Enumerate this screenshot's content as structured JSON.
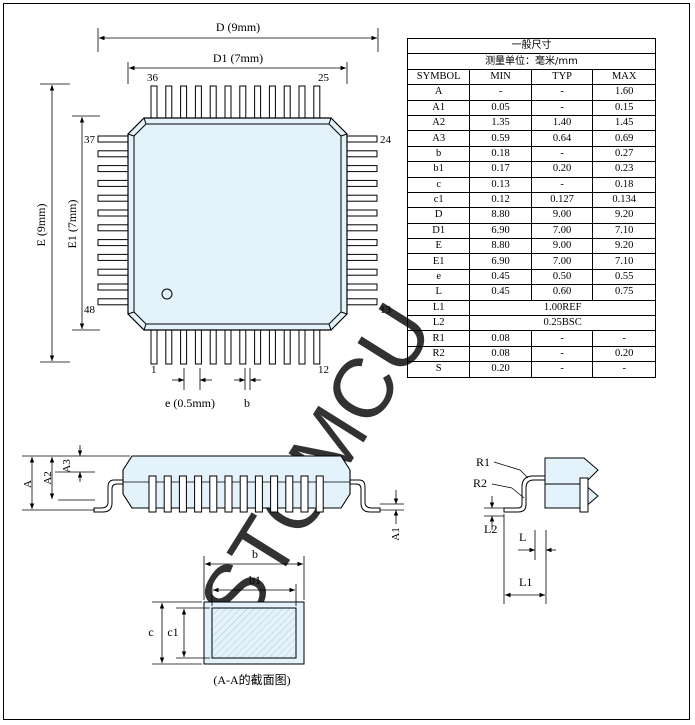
{
  "watermark": "STCMCU",
  "table": {
    "title": "一般尺寸",
    "subtitle": "测量单位：毫米/mm",
    "headers": [
      "SYMBOL",
      "MIN",
      "TYP",
      "MAX"
    ],
    "rows": [
      {
        "symbol": "A",
        "min": "-",
        "typ": "-",
        "max": "1.60"
      },
      {
        "symbol": "A1",
        "min": "0.05",
        "typ": "-",
        "max": "0.15"
      },
      {
        "symbol": "A2",
        "min": "1.35",
        "typ": "1.40",
        "max": "1.45"
      },
      {
        "symbol": "A3",
        "min": "0.59",
        "typ": "0.64",
        "max": "0.69"
      },
      {
        "symbol": "b",
        "min": "0.18",
        "typ": "-",
        "max": "0.27"
      },
      {
        "symbol": "b1",
        "min": "0.17",
        "typ": "0.20",
        "max": "0.23"
      },
      {
        "symbol": "c",
        "min": "0.13",
        "typ": "-",
        "max": "0.18"
      },
      {
        "symbol": "c1",
        "min": "0.12",
        "typ": "0.127",
        "max": "0.134"
      },
      {
        "symbol": "D",
        "min": "8.80",
        "typ": "9.00",
        "max": "9.20"
      },
      {
        "symbol": "D1",
        "min": "6.90",
        "typ": "7.00",
        "max": "7.10"
      },
      {
        "symbol": "E",
        "min": "8.80",
        "typ": "9.00",
        "max": "9.20"
      },
      {
        "symbol": "E1",
        "min": "6.90",
        "typ": "7.00",
        "max": "7.10"
      },
      {
        "symbol": "e",
        "min": "0.45",
        "typ": "0.50",
        "max": "0.55"
      },
      {
        "symbol": "L",
        "min": "0.45",
        "typ": "0.60",
        "max": "0.75"
      },
      {
        "symbol": "L1",
        "span": "1.00REF"
      },
      {
        "symbol": "L2",
        "span": "0.25BSC"
      },
      {
        "symbol": "R1",
        "min": "0.08",
        "typ": "-",
        "max": "-"
      },
      {
        "symbol": "R2",
        "min": "0.08",
        "typ": "-",
        "max": "0.20"
      },
      {
        "symbol": "S",
        "min": "0.20",
        "typ": "-",
        "max": "-"
      }
    ]
  },
  "top_view": {
    "label_D": "D (9mm)",
    "label_D1": "D1 (7mm)",
    "label_E": "E (9mm)",
    "label_E1": "E1 (7mm)",
    "label_e": "e (0.5mm)",
    "label_b": "b",
    "pin_36": "36",
    "pin_25": "25",
    "pin_37": "37",
    "pin_24": "24",
    "pin_48": "48",
    "pin_13": "13",
    "pin_1": "1",
    "pin_12": "12"
  },
  "side_view": {
    "label_A": "A",
    "label_A2": "A2",
    "label_A3": "A3",
    "label_A1": "A1"
  },
  "lead_detail": {
    "label_R1": "R1",
    "label_R2": "R2",
    "label_L2": "L2",
    "label_L": "L",
    "label_L1": "L1"
  },
  "section": {
    "label_b": "b",
    "label_b1": "b1",
    "label_c": "c",
    "label_c1": "c1",
    "caption": "(A-A的截面图)"
  },
  "colors": {
    "body_fill": "#e4f2fb",
    "lead_fill": "#ffffff",
    "watermark": "#cfe3ef",
    "line": "#000000"
  }
}
